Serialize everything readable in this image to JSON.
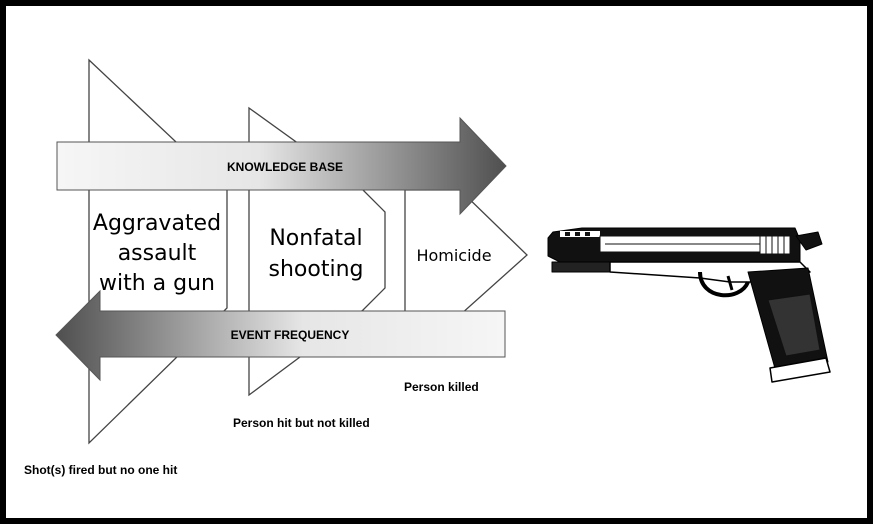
{
  "arrows": {
    "knowledge_base": "KNOWLEDGE BASE",
    "event_frequency": "EVENT FREQUENCY"
  },
  "stages": {
    "aggravated": [
      "Aggravated",
      "assault",
      "with a gun"
    ],
    "nonfatal": [
      "Nonfatal",
      "shooting"
    ],
    "homicide": "Homicide"
  },
  "captions": {
    "shots_fired": "Shot(s) fired but no one hit",
    "person_hit": "Person hit but not killed",
    "person_killed": "Person killed"
  },
  "icons": {
    "gun": "pistol-icon"
  },
  "colors": {
    "frame": "#000000",
    "background": "#ffffff",
    "arrow_light": "#f4f4f4",
    "arrow_dark": "#555555"
  }
}
